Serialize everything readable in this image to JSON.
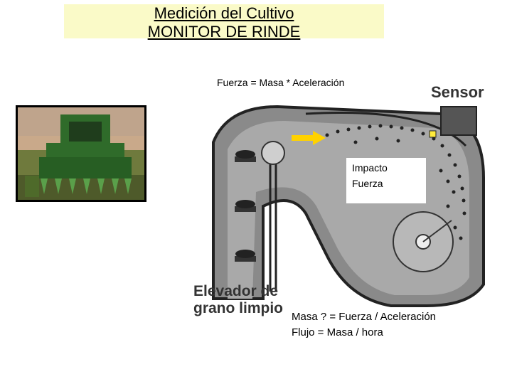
{
  "title": {
    "line1": "Medición del Cultivo",
    "line2": "MONITOR DE RINDE"
  },
  "formula_top": "Fuerza = Masa * Aceleración",
  "sensor_label": "Sensor",
  "impact_box": {
    "line1": "Impacto",
    "line2": "Fuerza"
  },
  "elevator_label": {
    "line1": "Elevador de",
    "line2": "grano limpio"
  },
  "bottom_formulas": {
    "line1": "Masa ? = Fuerza / Aceleración",
    "line2": "Flujo = Masa / hora"
  },
  "colors": {
    "title_bg": "#fafac8",
    "arrow": "#ffd200",
    "sensor_marker": "#ffeb3b",
    "harvester": "#2f6b2a",
    "header_snouts": "#5aa04a"
  }
}
